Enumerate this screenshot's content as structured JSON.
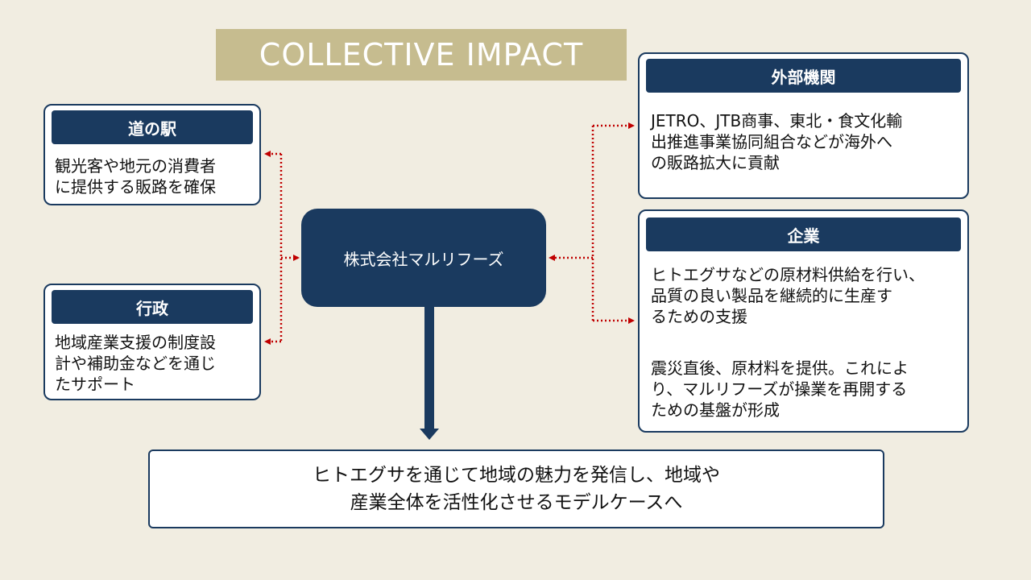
{
  "title": "COLLECTIVE IMPACT",
  "center": {
    "label": "株式会社マルリフーズ"
  },
  "michi_no_eki": {
    "header": "道の駅",
    "text": "観光客や地元の消費者\nに提供する販路を確保"
  },
  "gyosei": {
    "header": "行政",
    "text": "地域産業支援の制度設\n計や補助金などを通じ\nたサポート"
  },
  "external": {
    "header": "外部機関",
    "text": "JETRO、JTB商事、東北・食文化輸\n出推進事業協同組合などが海外へ\nの販路拡大に貢献"
  },
  "company": {
    "header": "企業",
    "text1": "ヒトエグサなどの原材料供給を行い、\n品質の良い製品を継続的に生産す\nるための支援",
    "text2": "震災直後、原材料を提供。これによ\nり、マルリフーズが操業を再開する\nための基盤が形成"
  },
  "outcome": {
    "text": "ヒトエグサを通じて地域の魅力を発信し、地域や\n産業全体を活性化させるモデルケースへ"
  },
  "colors": {
    "navy": "#1a3a5f",
    "gold": "#c6bc8f",
    "background": "#f1ede1",
    "connector_red": "#c00000"
  }
}
